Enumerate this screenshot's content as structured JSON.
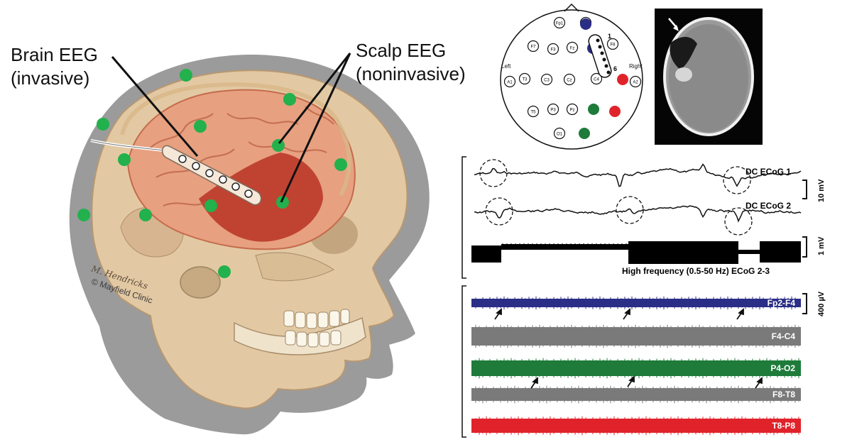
{
  "labels": {
    "brain_line1": "Brain EEG",
    "brain_line2": "(invasive)",
    "scalp_line1": "Scalp EEG",
    "scalp_line2": "(noninvasive)",
    "credit": "© Mayfield Clinic",
    "signature": "M. Hendricks"
  },
  "montage": {
    "side_left": "Left",
    "side_right": "Right",
    "strip_top": "1",
    "strip_bottom": "6",
    "electrodes": [
      "Fp1",
      "Fp2",
      "F7",
      "F3",
      "Fz",
      "F8",
      "A1",
      "T3",
      "C3",
      "Cz",
      "C4",
      "A2",
      "T5",
      "P3",
      "Pz",
      "O1"
    ],
    "colors": {
      "blue": "#2b2e86",
      "red": "#e0232b",
      "green": "#1e7b3a",
      "scalp_dot": "#22b14c"
    }
  },
  "traces": {
    "dc1": "DC ECoG 1",
    "dc2": "DC ECoG 2",
    "hf": "High frequency (0.5-50 Hz) ECoG 2-3",
    "scale_top": "10 mV",
    "scale_mid": "1 mV",
    "scale_bottom": "400 µV",
    "channels": [
      {
        "name": "Fp2-F4",
        "color": "#2b2e86"
      },
      {
        "name": "F4-C4",
        "color": "#7a7a7a"
      },
      {
        "name": "P4-O2",
        "color": "#1e7b3a"
      },
      {
        "name": "F8-T8",
        "color": "#7a7a7a"
      },
      {
        "name": "T8-P8",
        "color": "#e0232b"
      }
    ]
  }
}
